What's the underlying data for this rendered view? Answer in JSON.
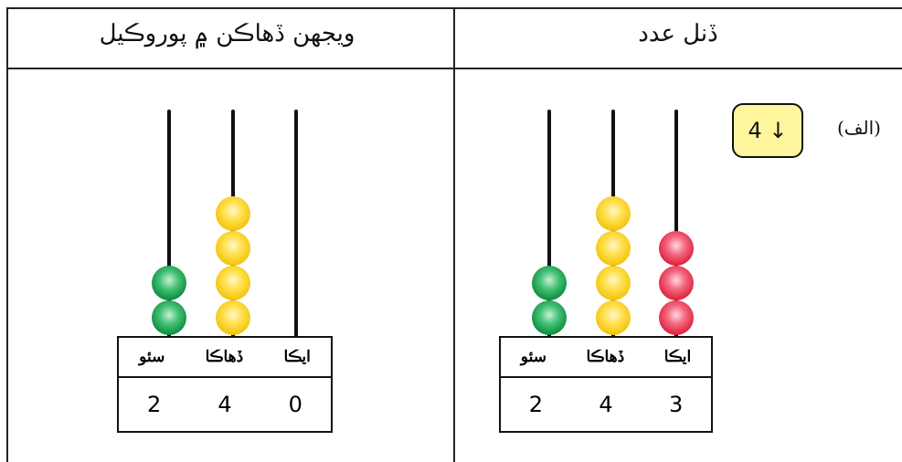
{
  "headers": {
    "right_title": "ڏنل عدد",
    "left_title": "ويجهن ڏهاڪن ۾ پوروڪيل"
  },
  "question": {
    "label": "(الف)",
    "badge_text": "4 ↓"
  },
  "place_labels": [
    "ايڪا",
    "ڏهاڪا",
    "سئو"
  ],
  "given_abacus": {
    "digits_ltr": [
      "2",
      "4",
      "3"
    ],
    "bead_counts_ltr": [
      2,
      4,
      3
    ],
    "bead_colors_ltr": [
      "#0b8a3c",
      "#f2c20c",
      "#dc1f3b"
    ]
  },
  "rounded_abacus": {
    "digits_ltr": [
      "2",
      "4",
      "0"
    ],
    "bead_counts_ltr": [
      2,
      4,
      0
    ],
    "bead_colors_ltr": [
      "#0b8a3c",
      "#f2c20c",
      "#dc1f3b"
    ]
  },
  "colors": {
    "badge_fill": "#fff59d",
    "badge_border": "#111111"
  }
}
